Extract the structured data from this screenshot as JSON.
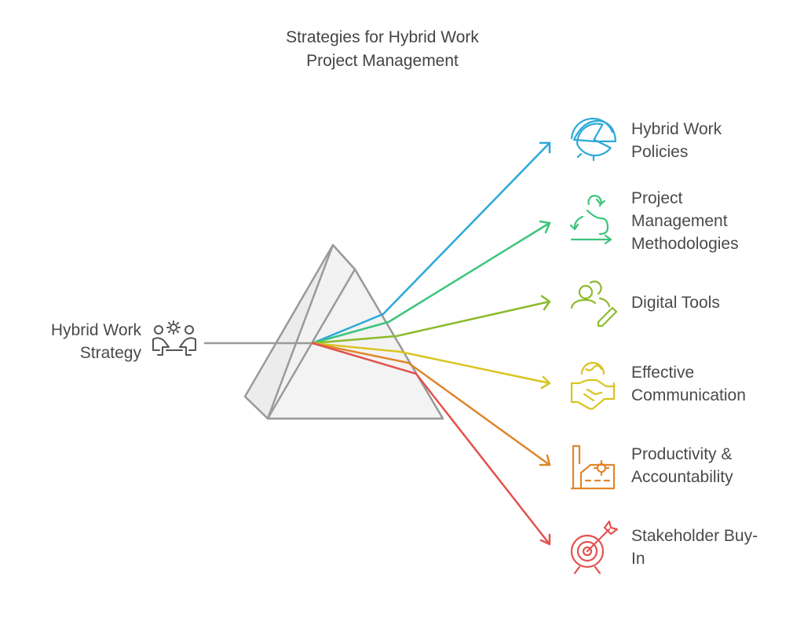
{
  "title": {
    "line1": "Strategies for Hybrid Work",
    "line2": "Project Management"
  },
  "source": {
    "line1": "Hybrid Work",
    "line2": "Strategy",
    "icon": "team-collaboration-icon"
  },
  "outputs": [
    {
      "lines": [
        "Hybrid Work",
        "Policies"
      ],
      "color": "#2aa9d8",
      "icon": "pie-policy-icon"
    },
    {
      "lines": [
        "Project",
        "Management",
        "Methodologies"
      ],
      "color": "#3cc47c",
      "icon": "workflow-cycle-icon"
    },
    {
      "lines": [
        "Digital Tools"
      ],
      "color": "#8dbb2e",
      "icon": "users-pen-icon"
    },
    {
      "lines": [
        "Effective",
        "Communication"
      ],
      "color": "#d9c521",
      "icon": "handshake-globe-icon"
    },
    {
      "lines": [
        "Productivity &",
        "Accountability"
      ],
      "color": "#e0862a",
      "icon": "factory-gear-icon"
    },
    {
      "lines": [
        "Stakeholder Buy-",
        "In"
      ],
      "color": "#e2524f",
      "icon": "target-arrow-icon"
    }
  ]
}
